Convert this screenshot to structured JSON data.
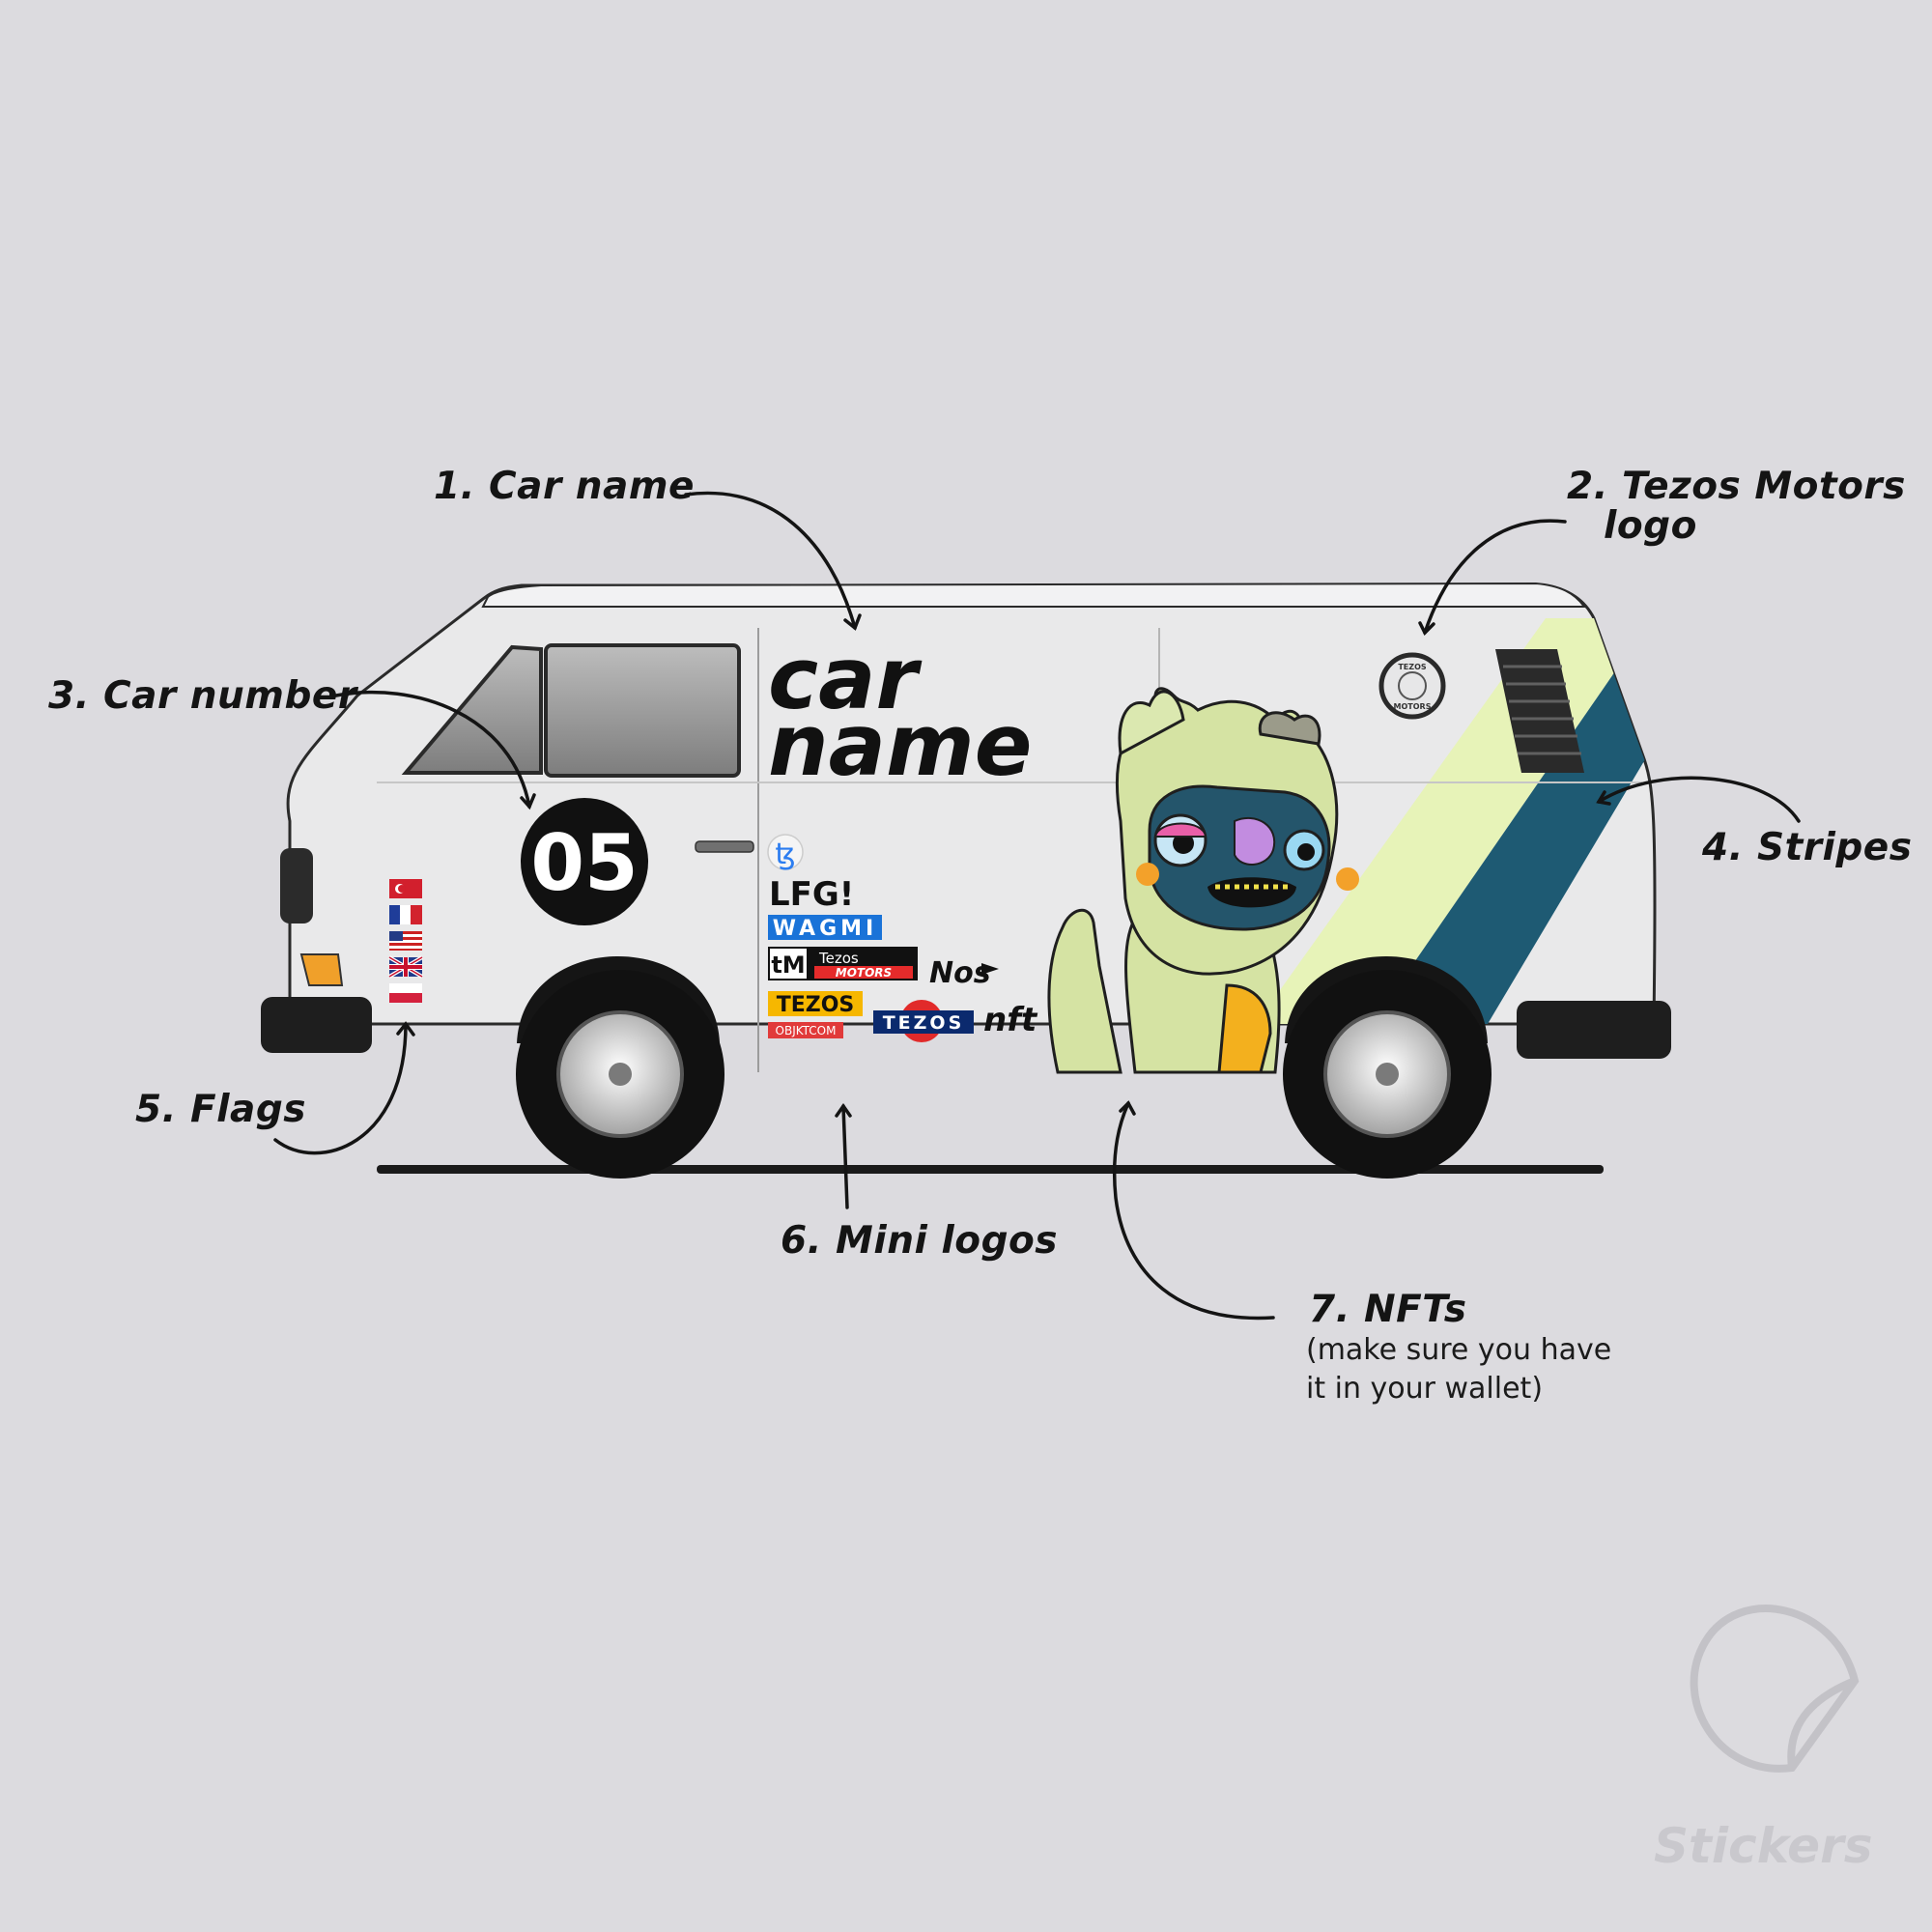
{
  "callouts": {
    "car_name": "1. Car name",
    "logo_line1": "2. Tezos Motors",
    "logo_line2": "logo",
    "car_number": "3. Car number",
    "stripes": "4. Stripes",
    "flags": "5. Flags",
    "mini_logos": "6. Mini logos",
    "nfts": "7. NFTs",
    "nfts_note_line1": "(make sure you have",
    "nfts_note_line2": "it in your wallet)"
  },
  "van": {
    "name_line1": "car",
    "name_line2": "name",
    "number": "05",
    "badge_top": "TEZOS",
    "badge_bottom": "MOTORS"
  },
  "mini_logos": {
    "tezos_symbol": "ꜩ",
    "lfg": "LFG!",
    "wagmi": "WAGMI",
    "tm": "tM",
    "tezos_motors_top": "Tezos",
    "tezos_motors_bottom": "MOTORS",
    "nos": "Nos",
    "tezos_yellow": "TEZOS",
    "objkt": "OBJKTCOM",
    "tezos_blue": "TEZOS",
    "nft": "nft"
  },
  "watermark": "Stickers",
  "colors": {
    "background": "#dcdbdf",
    "stripe_light": "#e7f3b8",
    "stripe_dark": "#1e5a73",
    "number_disc": "#111111",
    "wagmi_blue": "#1a73d8",
    "tezos_yellow": "#f6b700",
    "tezos_navy": "#0b2a6e"
  }
}
